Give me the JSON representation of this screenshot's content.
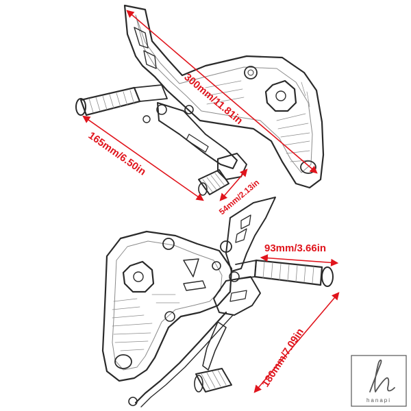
{
  "colors": {
    "dimension": "#e0141c",
    "ink": "#2a2a2a",
    "ink_light": "#8a8a8a",
    "paper": "#ffffff",
    "watermark": "#555555"
  },
  "dimensions": {
    "upper_diagonal": "300mm/11.81in",
    "upper_left": "165mm/6.50in",
    "upper_small": "54mm/2.13in",
    "lower_top": "93mm/3.66in",
    "lower_right": "180mm/7.09in"
  },
  "watermark": {
    "icon": "signature-logo-icon",
    "name": "hanapi"
  }
}
